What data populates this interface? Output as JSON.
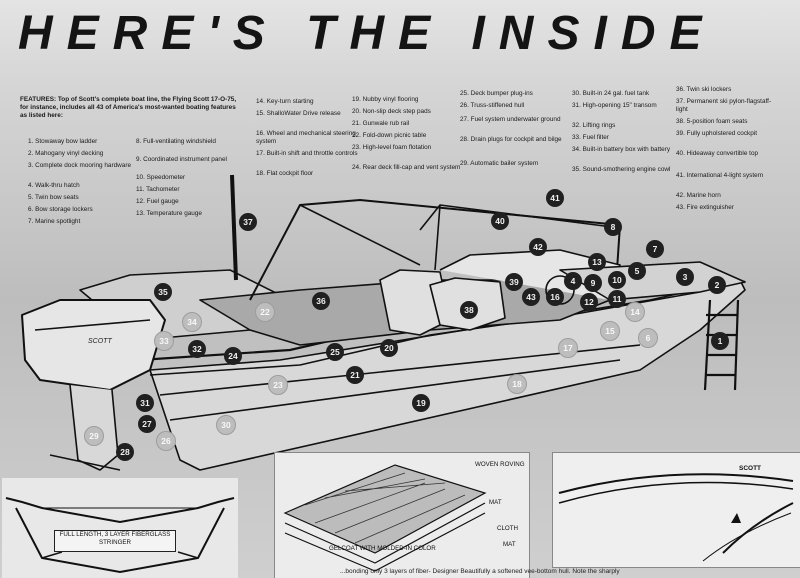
{
  "headline": "HERE'S THE INSIDE",
  "features": {
    "intro": "FEATURES: Top of Scott's complete boat line, the Flying Scott 17-O-75, for instance, includes all 43 of America's most-wanted boating features as listed here:",
    "items": [
      "1. Stowaway bow ladder",
      "2. Mahogany vinyl decking",
      "3. Complete dock mooring hardware",
      "4. Walk-thru hatch",
      "5. Twin bow seats",
      "6. Bow storage lockers",
      "7. Marine spotlight",
      "8. Full-ventilating windshield",
      "9. Coordinated instrument panel",
      "10. Speedometer",
      "11. Tachometer",
      "12. Fuel gauge",
      "13. Temperature gauge",
      "14. Key-turn starting",
      "15. ShalloWater Drive release",
      "16. Wheel and mechanical steering system",
      "17. Built-in shift and throttle controls",
      "18. Flat cockpit floor",
      "19. Nubby vinyl flooring",
      "20. Non-slip deck step pads",
      "21. Gunwale rub rail",
      "22. Fold-down picnic table",
      "23. High-level foam flotation",
      "24. Rear deck fill-cap and vent system",
      "25. Deck bumper plug-ins",
      "26. Truss-stiffened hull",
      "27. Fuel system underwater ground",
      "28. Drain plugs for cockpit and bilge",
      "29. Automatic bailer system",
      "30. Built-in 24 gal. fuel tank",
      "31. High-opening 15\" transom",
      "32. Lifting rings",
      "33. Fuel filter",
      "34. Built-in battery box with battery",
      "35. Sound-smothering engine cowl",
      "36. Twin ski lockers",
      "37. Permanent ski pylon-flagstaff-light",
      "38. 5-position foam seats",
      "39. Fully upholstered cockpit",
      "40. Hideaway convertible top",
      "41. International 4-light system",
      "42. Marine horn",
      "43. Fire extinguisher"
    ]
  },
  "engine_brand": "SCOTT",
  "callouts": [
    {
      "n": "1",
      "shade": "dark"
    },
    {
      "n": "2",
      "shade": "dark"
    },
    {
      "n": "3",
      "shade": "dark"
    },
    {
      "n": "4",
      "shade": "dark"
    },
    {
      "n": "5",
      "shade": "dark"
    },
    {
      "n": "6",
      "shade": "light"
    },
    {
      "n": "7",
      "shade": "dark"
    },
    {
      "n": "8",
      "shade": "dark"
    },
    {
      "n": "9",
      "shade": "dark"
    },
    {
      "n": "10",
      "shade": "dark"
    },
    {
      "n": "11",
      "shade": "dark"
    },
    {
      "n": "12",
      "shade": "dark"
    },
    {
      "n": "13",
      "shade": "dark"
    },
    {
      "n": "14",
      "shade": "light"
    },
    {
      "n": "15",
      "shade": "light"
    },
    {
      "n": "16",
      "shade": "dark"
    },
    {
      "n": "17",
      "shade": "light"
    },
    {
      "n": "18",
      "shade": "light"
    },
    {
      "n": "19",
      "shade": "dark"
    },
    {
      "n": "20",
      "shade": "dark"
    },
    {
      "n": "21",
      "shade": "dark"
    },
    {
      "n": "22",
      "shade": "light"
    },
    {
      "n": "23",
      "shade": "light"
    },
    {
      "n": "24",
      "shade": "dark"
    },
    {
      "n": "25",
      "shade": "dark"
    },
    {
      "n": "26",
      "shade": "light"
    },
    {
      "n": "27",
      "shade": "dark"
    },
    {
      "n": "28",
      "shade": "dark"
    },
    {
      "n": "29",
      "shade": "light"
    },
    {
      "n": "30",
      "shade": "light"
    },
    {
      "n": "31",
      "shade": "dark"
    },
    {
      "n": "32",
      "shade": "dark"
    },
    {
      "n": "33",
      "shade": "light"
    },
    {
      "n": "34",
      "shade": "light"
    },
    {
      "n": "35",
      "shade": "dark"
    },
    {
      "n": "36",
      "shade": "dark"
    },
    {
      "n": "37",
      "shade": "dark"
    },
    {
      "n": "38",
      "shade": "dark"
    },
    {
      "n": "39",
      "shade": "dark"
    },
    {
      "n": "40",
      "shade": "dark"
    },
    {
      "n": "41",
      "shade": "dark"
    },
    {
      "n": "42",
      "shade": "dark"
    },
    {
      "n": "43",
      "shade": "dark"
    }
  ],
  "stringer_label": "FULL LENGTH, 3 LAYER FIBERGLASS STRINGER",
  "layers": {
    "woven_roving": "WOVEN ROVING",
    "mat1": "MAT",
    "cloth": "CLOTH",
    "mat2": "MAT",
    "gelcoat": "GELCOAT WITH MOLDED-IN COLOR"
  },
  "hull_logo": "SCOTT",
  "bottom_text": "...bonding only 3 layers of fiber-   Designer Beautifully a softened vee-bottom hull. Note the sharply"
}
